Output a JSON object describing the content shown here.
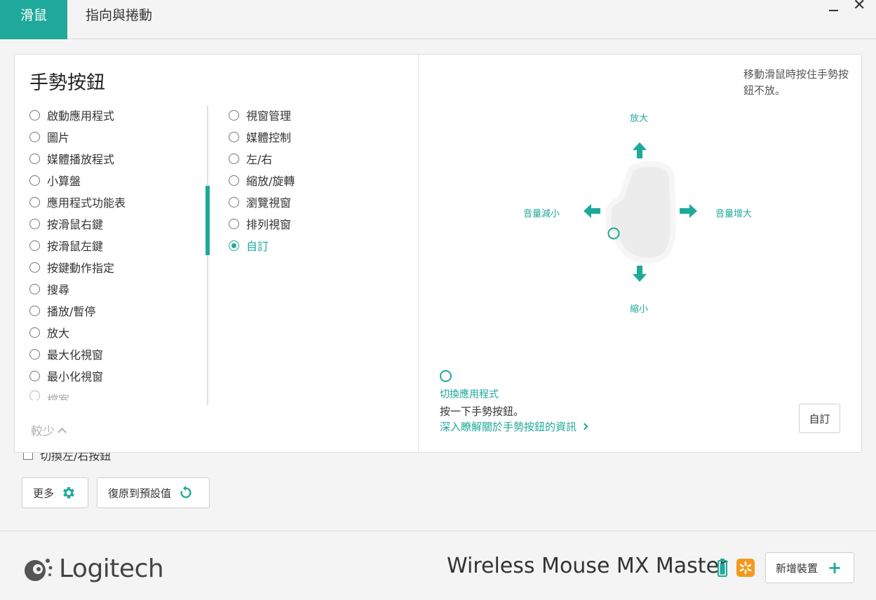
{
  "header": {
    "tabs": [
      {
        "label": "滑鼠",
        "active": true
      },
      {
        "label": "指向與捲動",
        "active": false
      }
    ],
    "window_controls": {
      "minimize": "minimize-icon",
      "close": "✕"
    }
  },
  "panel": {
    "title": "手勢按鈕",
    "left_column": [
      "啟動應用程式",
      "圖片",
      "媒體播放程式",
      "小算盤",
      "應用程式功能表",
      "按滑鼠右鍵",
      "按滑鼠左鍵",
      "按鍵動作指定",
      "搜尋",
      "播放/暫停",
      "放大",
      "最大化視窗",
      "最小化視窗",
      "檔案"
    ],
    "right_column": [
      "視窗管理",
      "媒體控制",
      "左/右",
      "縮放/旋轉",
      "瀏覽視窗",
      "排列視窗",
      "自訂"
    ],
    "selected": "自訂",
    "less_label": "較少",
    "hint": "移動滑鼠時按住手勢按鈕不放。",
    "diagram": {
      "up": "放大",
      "down": "縮小",
      "left": "音量減小",
      "right": "音量增大"
    },
    "legend": {
      "name": "切換應用程式",
      "description": "按一下手勢按鈕。",
      "link": "深入瞭解關於手勢按鈕的資訊"
    },
    "custom_button": "自訂"
  },
  "swap_checkbox": "切換左/右按鈕",
  "buttons": {
    "more": "更多",
    "reset": "復原到預設值"
  },
  "footer": {
    "brand": "Logitech",
    "device_name": "Wireless Mouse MX Master",
    "add_device": "新增裝置"
  },
  "colors": {
    "accent": "#1fa99b",
    "unifying": "#f39a1e"
  }
}
